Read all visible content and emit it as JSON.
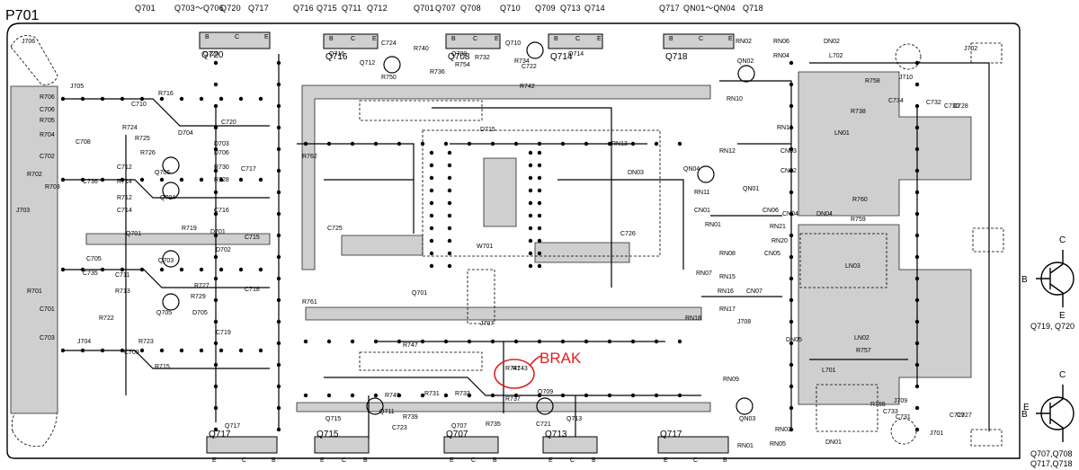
{
  "board_id": "P701",
  "top_labels": [
    "Q701",
    "Q703～Q706",
    "Q720",
    "Q717",
    "Q716",
    "Q715",
    "Q711",
    "Q712",
    "Q701",
    "Q707",
    "Q708",
    "Q710",
    "Q709",
    "Q713",
    "Q714",
    "Q717",
    "QN01～QN04",
    "Q718"
  ],
  "annotation": {
    "text": "BRAK",
    "color": "#e02020",
    "target": "R741"
  },
  "legend": [
    {
      "pins": [
        "B",
        "C",
        "E"
      ],
      "caption": "Q719, Q720"
    },
    {
      "pins": [
        "B",
        "C",
        "E"
      ],
      "caption_lines": [
        "Q707,Q708",
        "Q717,Q718"
      ]
    }
  ],
  "transistor_blocks": [
    {
      "name": "Q720",
      "pins": [
        "B",
        "C",
        "E"
      ]
    },
    {
      "name": "Q716",
      "pins": [
        "B",
        "C",
        "E"
      ]
    },
    {
      "name": "Q708",
      "pins": [
        "B",
        "C",
        "E"
      ]
    },
    {
      "name": "Q714",
      "pins": [
        "B",
        "C",
        "E"
      ]
    },
    {
      "name": "Q718",
      "pins": [
        "B",
        "C",
        "E"
      ]
    },
    {
      "name": "Q717",
      "pins": [
        "E",
        "C",
        "B"
      ]
    },
    {
      "name": "Q715",
      "pins": [
        "E",
        "C",
        "B"
      ]
    },
    {
      "name": "Q707",
      "pins": [
        "E",
        "C",
        "B"
      ]
    },
    {
      "name": "Q713",
      "pins": [
        "E",
        "C",
        "B"
      ]
    },
    {
      "name": "Q717",
      "pins": [
        "E",
        "C",
        "B"
      ]
    }
  ],
  "component_labels": [
    "J706",
    "J705",
    "R706",
    "C706",
    "R705",
    "R704",
    "C708",
    "C702",
    "R702",
    "C736",
    "R703",
    "J703",
    "R701",
    "C701",
    "C703",
    "C705",
    "R716",
    "C710",
    "R724",
    "R726",
    "R725",
    "C712",
    "R714",
    "R712",
    "R713",
    "C711",
    "Q706",
    "Q704",
    "C714",
    "Q701",
    "C735",
    "Q703",
    "R727",
    "C716",
    "R719",
    "D702",
    "D701",
    "C715",
    "C717",
    "R728",
    "R730",
    "D706",
    "D703",
    "D704",
    "C720",
    "Q705",
    "R729",
    "R723",
    "C709",
    "R715",
    "J704",
    "R722",
    "D705",
    "C719",
    "C718",
    "R762",
    "R761",
    "C725",
    "Q720",
    "Q716",
    "Q712",
    "R750",
    "C724",
    "R740",
    "R736",
    "R754",
    "R732",
    "Q708",
    "Q710",
    "C722",
    "R742",
    "R734",
    "Q714",
    "D715",
    "RN13",
    "DN03",
    "W701",
    "Q701",
    "J707",
    "R747",
    "R741",
    "R737",
    "R735",
    "R733",
    "R731",
    "R749",
    "R739",
    "Q711",
    "C723",
    "Q709",
    "C721",
    "Q713",
    "Q707",
    "Q715",
    "Q717",
    "RN02",
    "RN06",
    "RN04",
    "QN02",
    "RN10",
    "DN02",
    "J702",
    "L702",
    "R758",
    "C734",
    "R738",
    "C732",
    "C730",
    "C728",
    "J710",
    "RN14",
    "CN03",
    "CN02",
    "LN01",
    "RN12",
    "QN04",
    "RN11",
    "QN01",
    "CN01",
    "RN01",
    "CN06",
    "CN04",
    "DN04",
    "R760",
    "R759",
    "RN21",
    "RN20",
    "CN05",
    "RN08",
    "RN07",
    "RN15",
    "RN16",
    "CN07",
    "RN17",
    "RN18",
    "C726",
    "J708",
    "DN05",
    "LN03",
    "LN02",
    "R757",
    "L701",
    "R755",
    "C733",
    "C731",
    "C729",
    "C727",
    "J709",
    "J701",
    "RN09",
    "QN03",
    "RN03",
    "RN05",
    "RN01",
    "DN01",
    "R743"
  ]
}
